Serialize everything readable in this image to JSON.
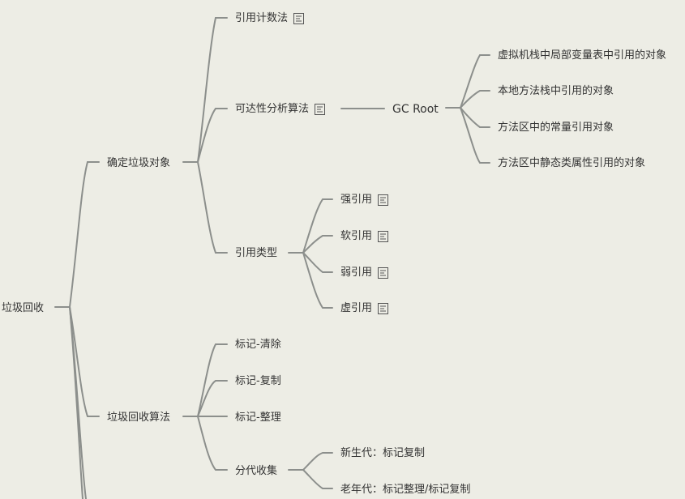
{
  "root": {
    "label": "垃圾回收"
  },
  "branches": [
    {
      "label": "确定垃圾对象",
      "children": [
        {
          "label": "引用计数法",
          "has_note": true
        },
        {
          "label": "可达性分析算法",
          "has_note": true,
          "children": [
            {
              "label": "GC Root",
              "children": [
                {
                  "label": "虚拟机栈中局部变量表中引用的对象"
                },
                {
                  "label": "本地方法栈中引用的对象"
                },
                {
                  "label": "方法区中的常量引用对象"
                },
                {
                  "label": "方法区中静态类属性引用的对象"
                }
              ]
            }
          ]
        },
        {
          "label": "引用类型",
          "children": [
            {
              "label": "强引用",
              "has_note": true
            },
            {
              "label": "软引用",
              "has_note": true
            },
            {
              "label": "弱引用",
              "has_note": true
            },
            {
              "label": "虚引用",
              "has_note": true
            }
          ]
        }
      ]
    },
    {
      "label": "垃圾回收算法",
      "children": [
        {
          "label": "标记-清除"
        },
        {
          "label": "标记-复制"
        },
        {
          "label": "标记-整理"
        },
        {
          "label": "分代收集",
          "children": [
            {
              "label": "新生代：标记复制"
            },
            {
              "label": "老年代：标记整理/标记复制"
            }
          ]
        }
      ]
    }
  ],
  "icons": {
    "note": "note-icon"
  },
  "colors": {
    "background": "#edede5",
    "line": "#8c8f8c",
    "text": "#333333"
  }
}
